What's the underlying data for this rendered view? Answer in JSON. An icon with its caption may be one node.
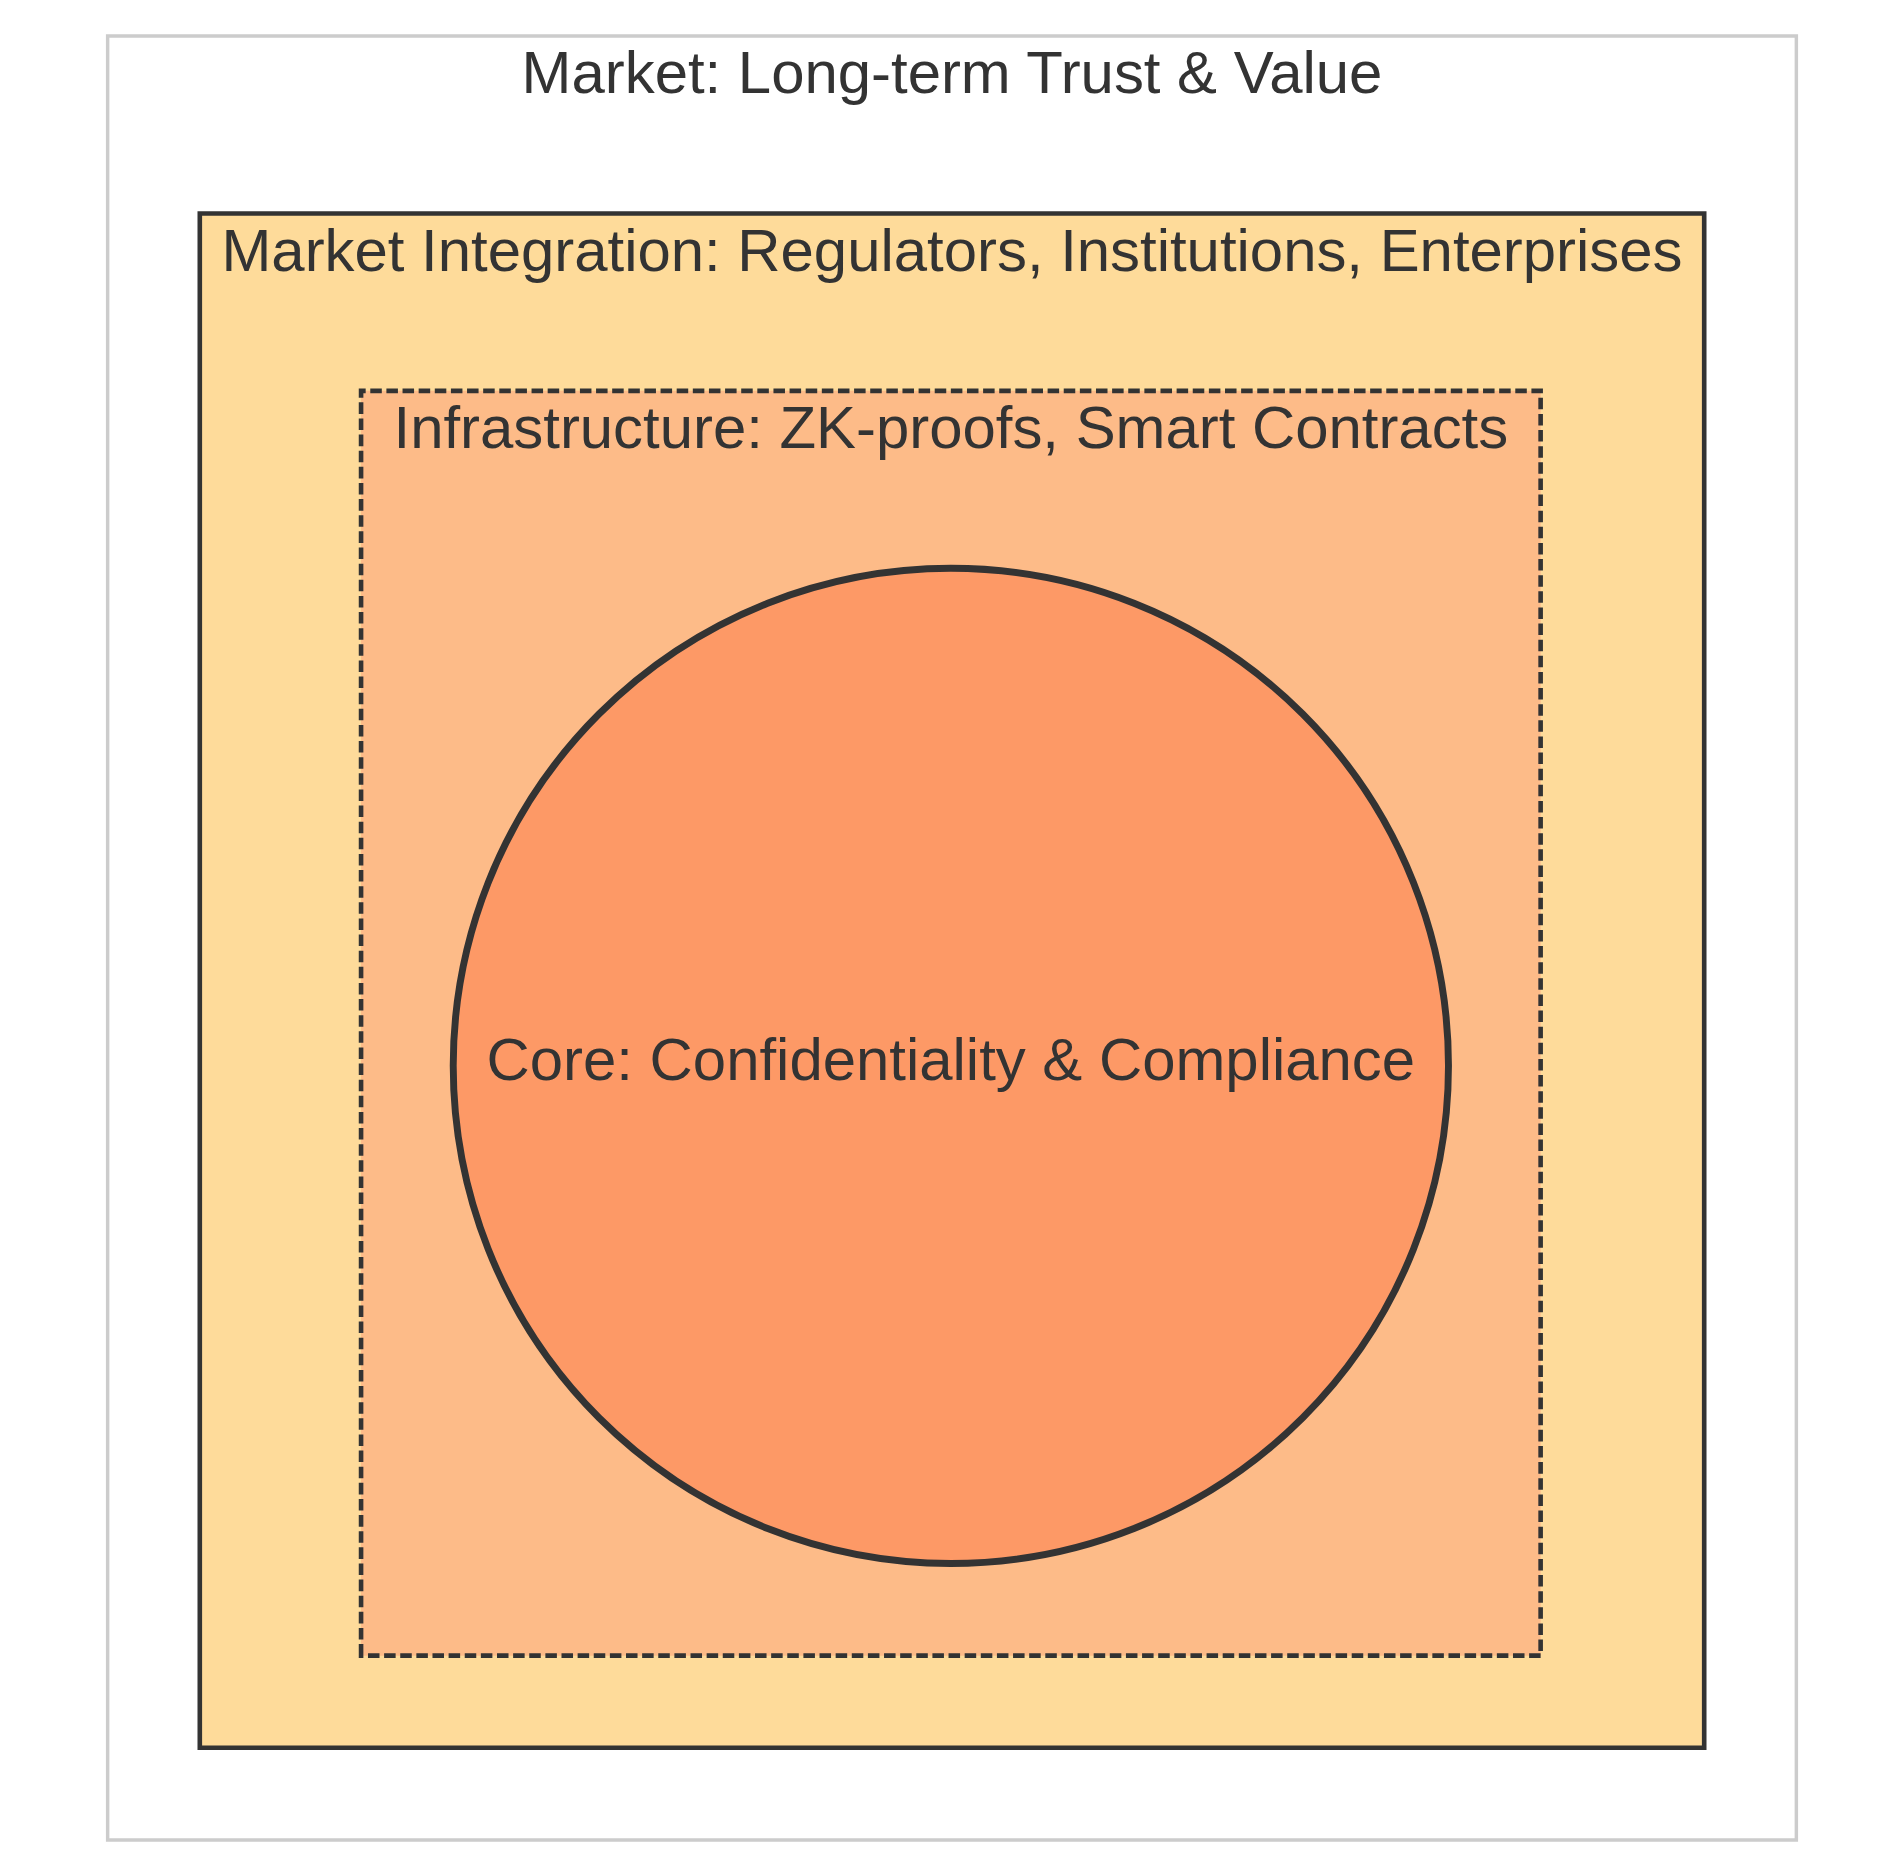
{
  "diagram": {
    "nodes": [
      {
        "text": [
          "Market: Long-term Trust & Value"
        ]
      },
      {
        "text": [
          "Market Integration: Regulators, Institutions, Enterprises"
        ],
        "in": 0
      },
      {
        "text": [
          "Infrastructure: ZK-proofs, Smart Contracts"
        ],
        "in": 1
      },
      {
        "text": [
          "Core: Confidentiality & Compliance"
        ],
        "in": 2
      }
    ],
    "edges": []
  }
}
